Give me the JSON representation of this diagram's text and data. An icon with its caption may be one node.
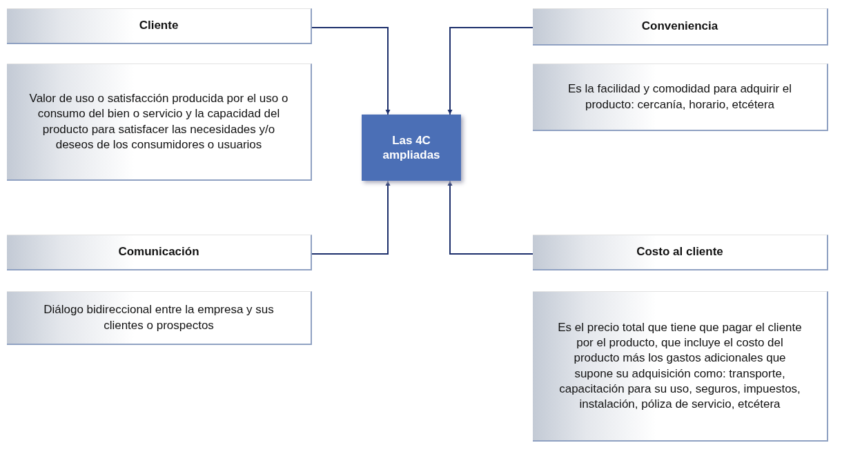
{
  "diagram": {
    "nodes": [
      {
        "text": [
          "Cliente"
        ]
      },
      {
        "text": [
          "Valor de uso o satisfacción producida por el uso o consumo del bien o servicio y la capacidad del producto para satisfacer las necesidades y/o deseos de los consumidores o usuarios"
        ]
      },
      {
        "text": [
          "Conveniencia"
        ]
      },
      {
        "text": [
          "Es la facilidad y comodidad para adquirir el producto: cercanía, horario, etcétera"
        ]
      },
      {
        "text": [
          "Las 4C ampliadas"
        ]
      },
      {
        "text": [
          "Comunicación"
        ]
      },
      {
        "text": [
          "Diálogo bidireccional entre la empresa y sus clientes o prospectos"
        ]
      },
      {
        "text": [
          "Costo al cliente"
        ]
      },
      {
        "text": [
          "Es el precio total que tiene que pagar el cliente por el producto, que incluye el costo del producto más los gastos adicionales que supone su adquisición como: transporte, capacitación para su uso, seguros, impuestos, instalación, póliza de servicio, etcétera"
        ]
      }
    ],
    "edges": [
      {
        "from": 0,
        "to": 4,
        "arrow": "to"
      },
      {
        "from": 2,
        "to": 4,
        "arrow": "to"
      },
      {
        "from": 5,
        "to": 4,
        "arrow": "to"
      },
      {
        "from": 7,
        "to": 4,
        "arrow": "to"
      }
    ]
  }
}
